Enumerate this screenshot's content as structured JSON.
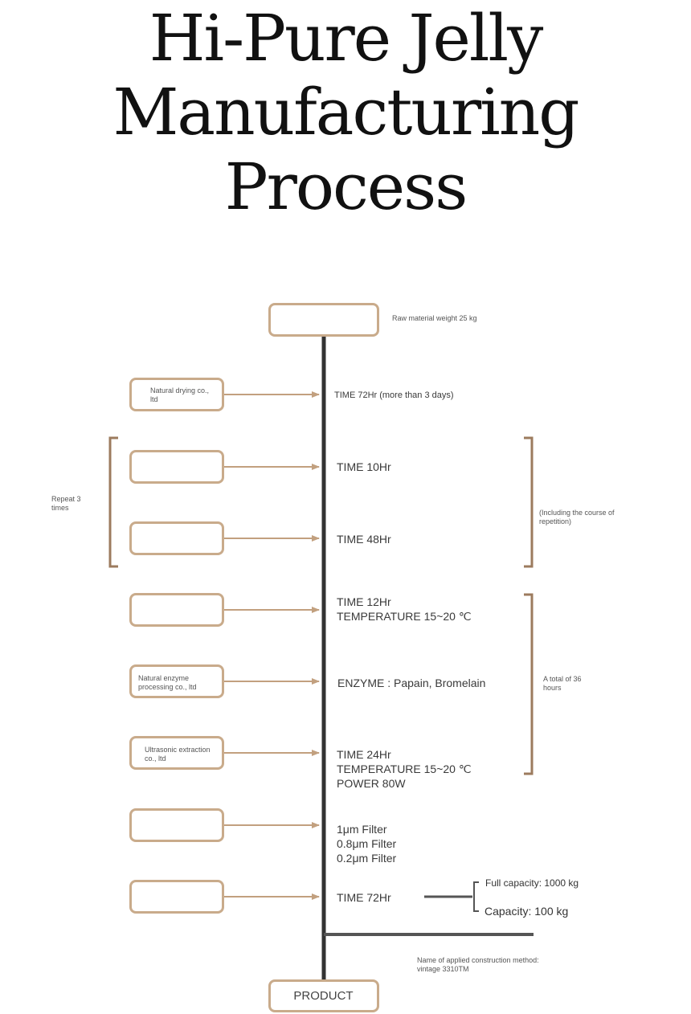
{
  "title": {
    "line1": "Hi-Pure Jelly",
    "line2": "Manufacturing",
    "line3": "Process"
  },
  "top_note": "Raw material weight 25 kg",
  "steps": [
    {
      "box_label": "Natural drying co., ltd",
      "info": "TIME 72Hr (more than 3 days)"
    },
    {
      "box_label": "",
      "info": "TIME  10Hr"
    },
    {
      "box_label": "",
      "info": "TIME  48Hr"
    },
    {
      "box_label": "",
      "info": "TIME  12Hr\nTEMPERATURE 15~20 ℃"
    },
    {
      "box_label": "Natural enzyme processing co., ltd",
      "info": "ENZYME : Papain, Bromelain"
    },
    {
      "box_label": "Ultrasonic extraction co., ltd",
      "info": "TIME  24Hr\nTEMPERATURE 15~20 ℃\nPOWER 80W"
    },
    {
      "box_label": "",
      "info": "1μm Filter\n0.8μm Filter\n0.2μm Filter"
    },
    {
      "box_label": "",
      "info": "TIME  72Hr"
    }
  ],
  "left_bracket_note": "Repeat 3 times",
  "right_bracket_note_1": "(Including the course of repetition)",
  "right_bracket_note_2": "A total of 36 hours",
  "capacity": {
    "full": "Full capacity: 1000 kg",
    "actual": "Capacity: 100 kg"
  },
  "method_note": "Name of applied construction method: vintage 3310TM",
  "product_label": "PRODUCT",
  "colors": {
    "box_border": "#c9ab8b",
    "bracket": "#9c7b5e",
    "arrow": "#c2a07f",
    "spine": "#333333"
  }
}
